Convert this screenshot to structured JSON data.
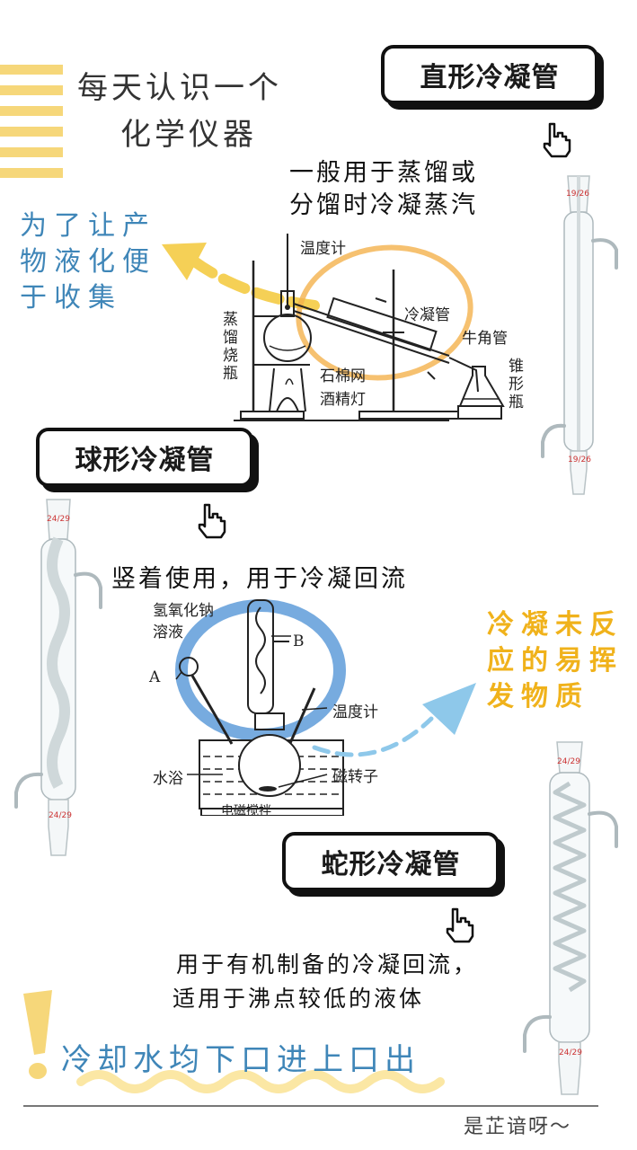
{
  "header": {
    "title_line1": "每天认识一个",
    "title_line2": "化学仪器"
  },
  "condensers": [
    {
      "name": "直形冷凝管",
      "description_line1": "一般用于蒸馏或",
      "description_line2": "分馏时冷凝蒸汽",
      "note": [
        "为了让产",
        "物液化便",
        "于收集"
      ],
      "joint_top": "19/26",
      "joint_bottom": "19/26"
    },
    {
      "name": "球形冷凝管",
      "description": "竖着使用，用于冷凝回流",
      "note": [
        "冷凝未反",
        "应的易挥",
        "发物质"
      ],
      "joint_top": "24/29",
      "joint_bottom": "24/29"
    },
    {
      "name": "蛇形冷凝管",
      "description_line1": "用于有机制备的冷凝回流，",
      "description_line2": "适用于沸点较低的液体",
      "joint_top": "24/29",
      "joint_bottom": "24/29"
    }
  ],
  "diagram1_labels": {
    "thermometer": "温度计",
    "flask_line1": "蒸",
    "flask_line2": "馏",
    "flask_line3": "烧",
    "flask_line4": "瓶",
    "condenser": "冷凝管",
    "adapter": "牛角管",
    "gauze": "石棉网",
    "lamp": "酒精灯",
    "conical_line1": "锥",
    "conical_line2": "形",
    "conical_line3": "瓶"
  },
  "diagram2_labels": {
    "naoh_line1": "氢氧化钠",
    "naoh_line2": "溶液",
    "a": "A",
    "b": "B",
    "thermometer": "温度计",
    "water_bath": "水浴",
    "stir_bar": "磁转子",
    "stirrer": "电磁搅拌"
  },
  "footer": {
    "tip": "冷却水均下口进上口出",
    "signature": "是芷谙呀～"
  },
  "colors": {
    "blue_note": "#3f86b8",
    "yellow_note": "#f0b21b",
    "yellow_stripes": "#f6d77a",
    "orange_circle": "#f4b24c",
    "blue_circle": "#4a8fd4"
  }
}
